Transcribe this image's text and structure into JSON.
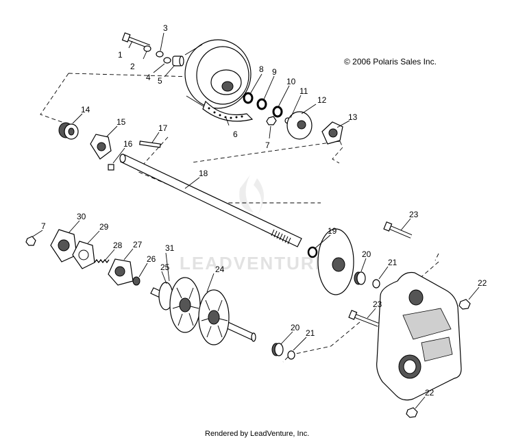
{
  "copyright": "© 2006 Polaris Sales Inc.",
  "watermark": "LEADVENTURE",
  "footer": "Rendered by LeadVenture, Inc.",
  "callouts": {
    "c1": "1",
    "c2": "2",
    "c3": "3",
    "c4": "4",
    "c5": "5",
    "c6": "6",
    "c7a": "7",
    "c7b": "7",
    "c8": "8",
    "c9": "9",
    "c10": "10",
    "c11": "11",
    "c12": "12",
    "c13": "13",
    "c14": "14",
    "c15": "15",
    "c16": "16",
    "c17": "17",
    "c18": "18",
    "c19": "19",
    "c20a": "20",
    "c20b": "20",
    "c21a": "21",
    "c21b": "21",
    "c22a": "22",
    "c22b": "22",
    "c23a": "23",
    "c23b": "23",
    "c24": "24",
    "c25": "25",
    "c26": "26",
    "c27": "27",
    "c28": "28",
    "c29": "29",
    "c30": "30",
    "c31": "31"
  }
}
